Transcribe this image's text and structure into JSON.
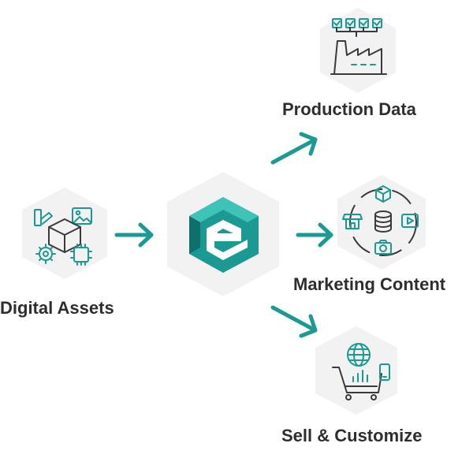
{
  "colors": {
    "accent": "#1a9a93",
    "accent_light": "#3fc3b8",
    "accent_dark": "#0f6f6a",
    "hex_bg": "#f2f2f2",
    "line_dark": "#3a3a3a",
    "label_text": "#2e2e2e"
  },
  "nodes": {
    "source": {
      "label": "Digital Assets",
      "icon": "digital-assets-icon",
      "sub_icons": [
        "palette-icon",
        "image-icon",
        "gear-icon",
        "chip-icon",
        "cube-icon"
      ]
    },
    "hub": {
      "icon": "hub-logo-icon"
    },
    "outputs": [
      {
        "label": "Production Data",
        "icon": "factory-icon"
      },
      {
        "label": "Marketing Content",
        "icon": "marketing-channels-icon"
      },
      {
        "label": "Sell & Customize",
        "icon": "shopping-cart-globe-icon"
      }
    ]
  }
}
